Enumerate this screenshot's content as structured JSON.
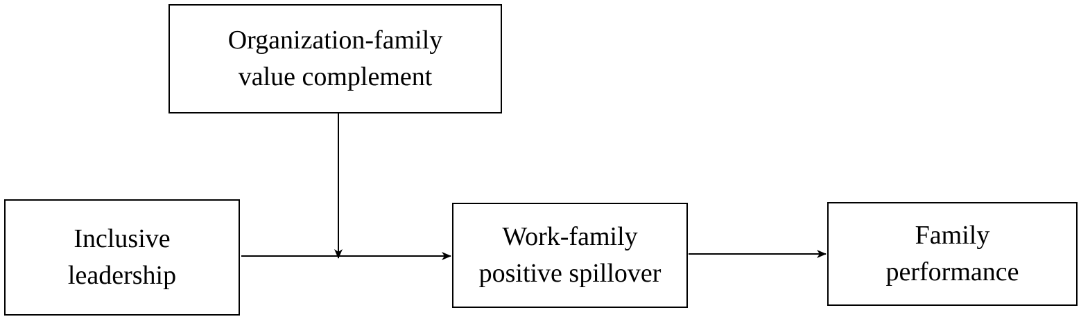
{
  "diagram": {
    "nodes": {
      "moderator": {
        "line1": "Organization-family",
        "line2": "value complement"
      },
      "predictor": {
        "line1": "Inclusive",
        "line2": "leadership"
      },
      "mediator": {
        "line1": "Work-family",
        "line2": "positive spillover"
      },
      "outcome": {
        "line1": "Family",
        "line2": "performance"
      }
    },
    "edges": [
      {
        "from": "predictor",
        "to": "mediator"
      },
      {
        "from": "mediator",
        "to": "outcome"
      },
      {
        "from": "moderator",
        "to": "predictor-mediator-path"
      }
    ],
    "colors": {
      "stroke": "#000000",
      "background": "#ffffff"
    }
  }
}
